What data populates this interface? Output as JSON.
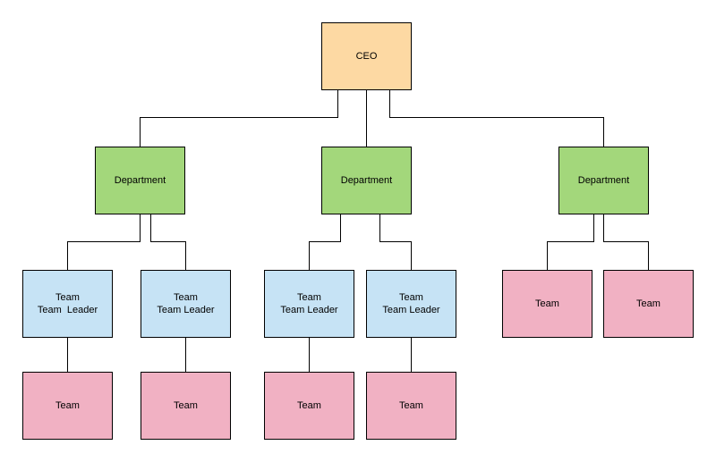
{
  "nodes": {
    "ceo": {
      "label": "CEO"
    },
    "dept_1": {
      "label": "Department"
    },
    "dept_2": {
      "label": "Department"
    },
    "dept_3": {
      "label": "Department"
    },
    "lead_1": {
      "line1": "Team",
      "line2": "Team  Leader"
    },
    "lead_2": {
      "line1": "Team",
      "line2": "Team Leader"
    },
    "lead_3": {
      "line1": "Team",
      "line2": "Team Leader"
    },
    "lead_4": {
      "line1": "Team",
      "line2": "Team Leader"
    },
    "team_1": {
      "label": "Team"
    },
    "team_2": {
      "label": "Team"
    },
    "team_3": {
      "label": "Team"
    },
    "team_4": {
      "label": "Team"
    },
    "team_5": {
      "label": "Team"
    },
    "team_6": {
      "label": "Team"
    }
  },
  "colors": {
    "ceo": "#fdd9a3",
    "department": "#a3d77b",
    "team_leader": "#c6e3f5",
    "team": "#f1b1c3",
    "border": "#000000",
    "connector": "#000000"
  }
}
